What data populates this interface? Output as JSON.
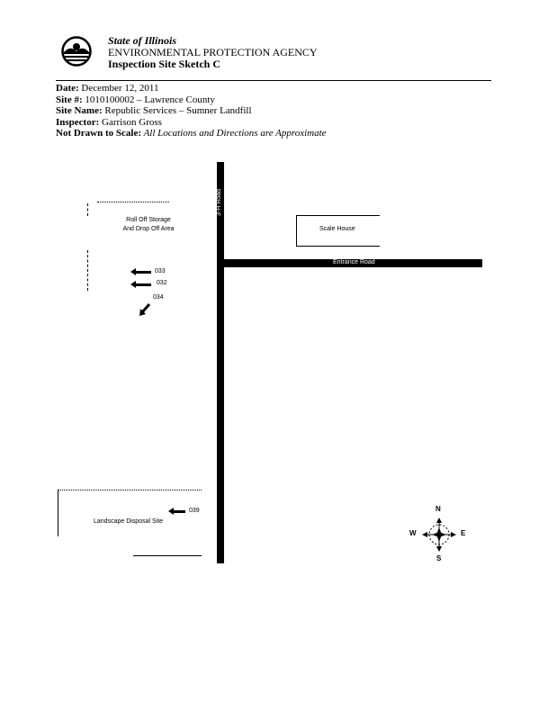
{
  "header": {
    "state": "State of Illinois",
    "agency": "ENVIRONMENTAL PROTECTION AGENCY",
    "title": "Inspection Site Sketch C"
  },
  "info": [
    {
      "label": "Date:",
      "value": " December 12, 2011"
    },
    {
      "label": "Site #:",
      "value": " 1010100002 – Lawrence County"
    },
    {
      "label": "Site Name:",
      "value": " Republic Services – Sumner Landfill"
    },
    {
      "label": "Inspector:",
      "value": " Garrison Gross"
    },
    {
      "label": "Not Drawn to Scale:",
      "value": " All Locations and Directions are Approximate"
    }
  ],
  "map": {
    "vertical_road": "3-H Road",
    "entrance_road": "Entrance Road",
    "scale_house": "Scale House",
    "rolloff_line1": "Roll Off Storage",
    "rolloff_line2": "And Drop Off Area",
    "landscape": "Landscape Disposal Site",
    "photos": [
      "033",
      "032",
      "034",
      "039"
    ],
    "compass": {
      "n": "N",
      "s": "S",
      "e": "E",
      "w": "W"
    }
  }
}
